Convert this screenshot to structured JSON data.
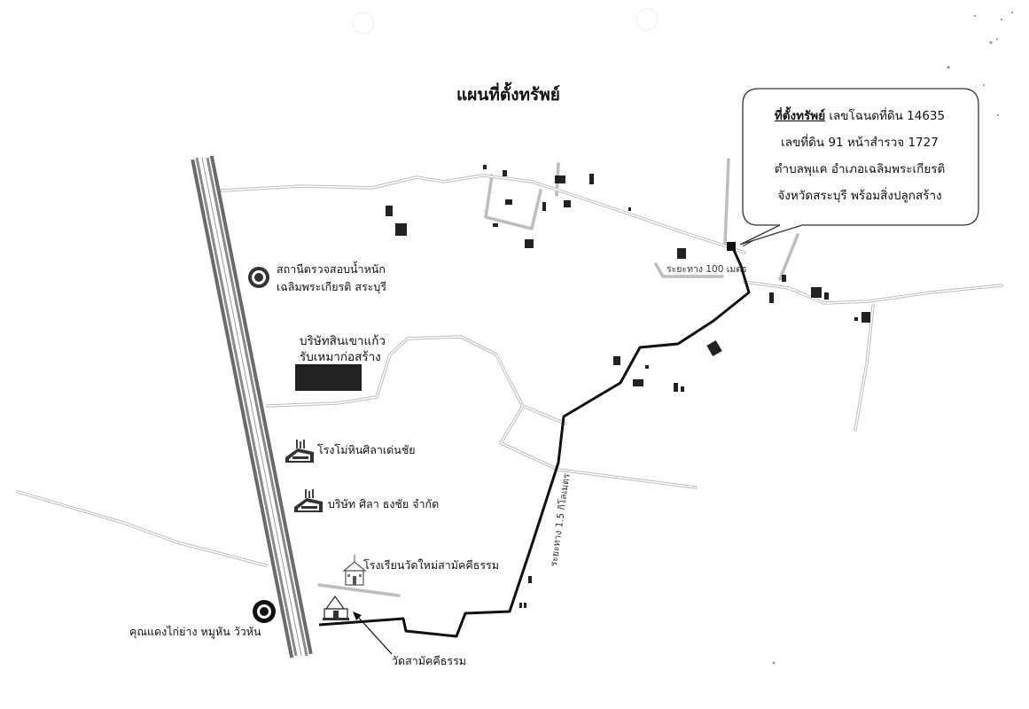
{
  "title": "แผนที่ตั้งทรัพย์",
  "property_box": {
    "label": "ที่ตั้งทรัพย์",
    "line1_rest": "เลขโฉนดที่ดิน 14635",
    "line2": "เลขที่ดิน 91 หน้าสำรวจ 1727",
    "line3": "ตำบลพุแค อำเภอเฉลิมพระเกียรติ",
    "line4": "จังหวัดสระบุรี พร้อมสิ่งปลูกสร้าง"
  },
  "places": {
    "weigh_station_1": "สถานีตรวจสอบน้ำหนัก",
    "weigh_station_2": "เฉลิมพระเกียรติ สระบุรี",
    "contractor_1": "บริษัทสินเขาแก้ว",
    "contractor_2": "รับเหมาก่อสร้าง",
    "stone_mill": "โรงโม่หินศิลาเด่นชัย",
    "sila_company": "บริษัท ศิลา ธงชัย จำกัด",
    "school": "โรงเรียนวัดใหม่สามัคคีธรรม",
    "temple": "วัดสามัคคีธรรม",
    "restaurant": "คุณแดงไก่ย่าง หมูหัน วัวหัน"
  },
  "distances": {
    "near": "ระยะทาง 100 เมตร",
    "route": "ระยะทาง 1.5 กิโลเมตร"
  },
  "icons": {
    "weigh_station": "circle-emblem-icon",
    "factory": "factory-icon",
    "school": "school-icon",
    "temple": "temple-icon",
    "restaurant": "circle-emblem-icon",
    "property": "square-marker-icon"
  },
  "colors": {
    "route": "#111111",
    "road": "#c8c8c8",
    "highway": "#6a6a6a",
    "building": "#222222"
  }
}
